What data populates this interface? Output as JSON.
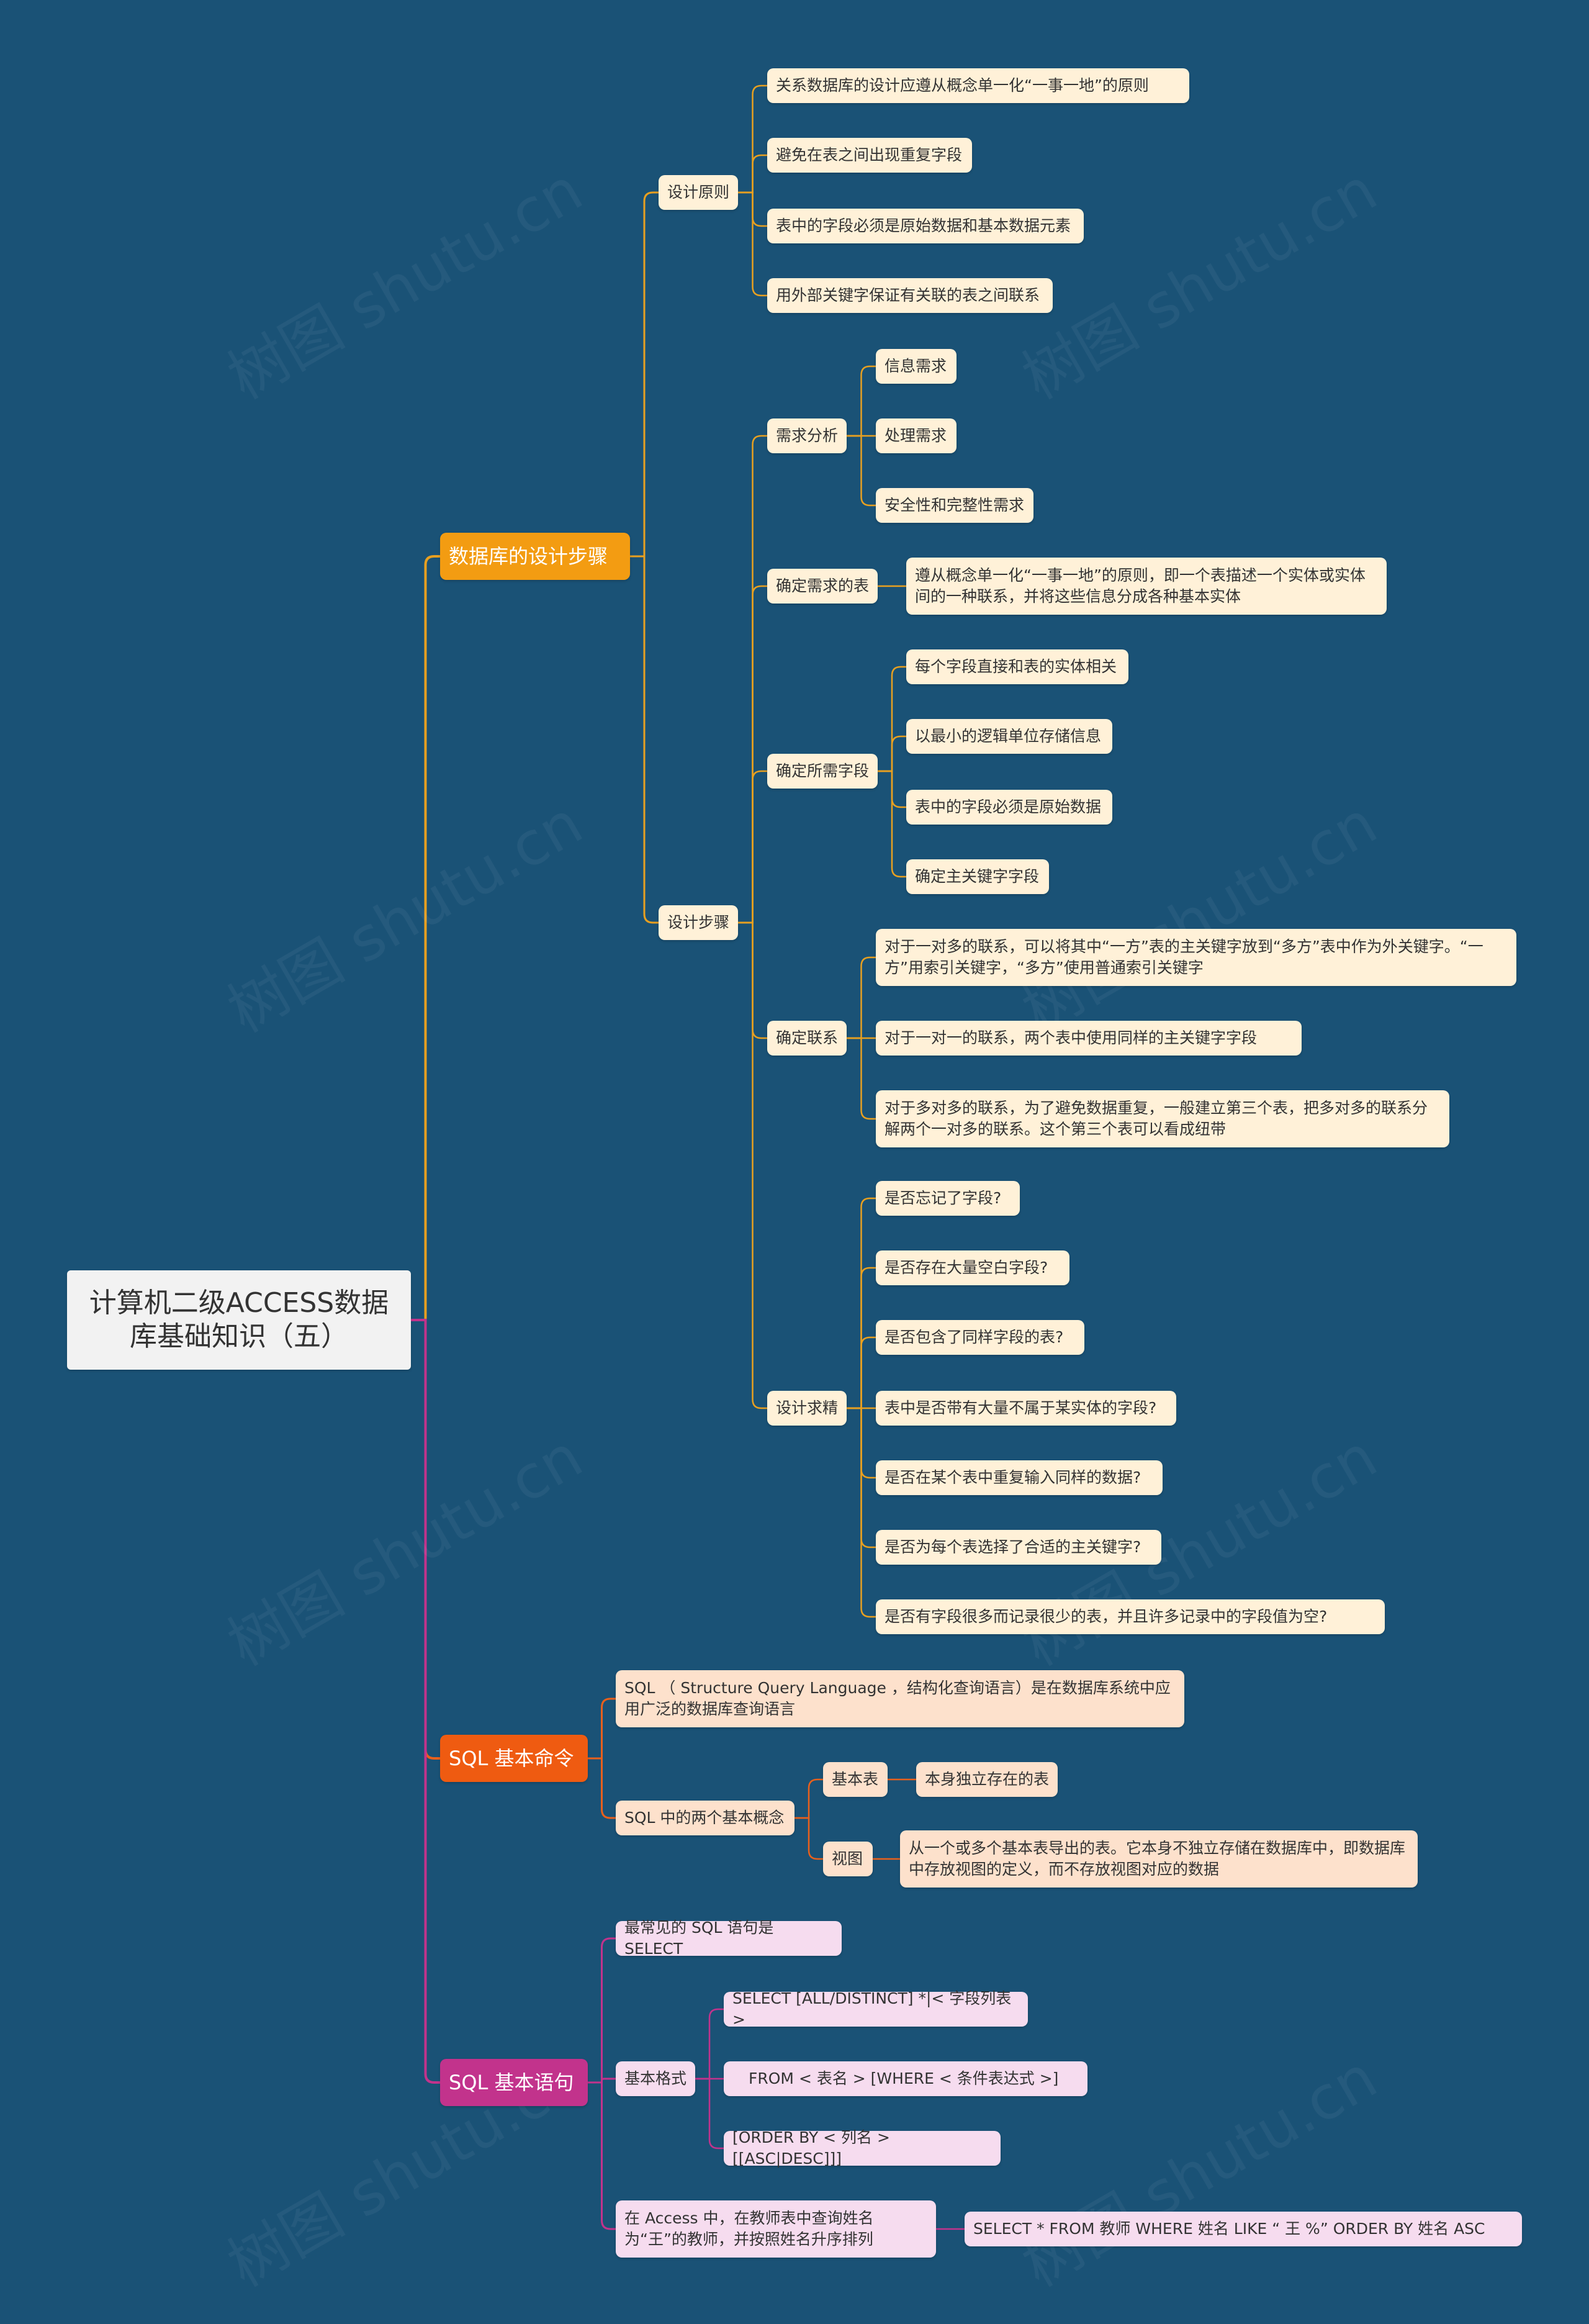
{
  "colors": {
    "background": "#1a5276",
    "branch_orange": "#f39c12",
    "branch_red": "#ef5b11",
    "branch_magenta": "#c2338c",
    "link_orange": "#e8a020",
    "link_red": "#e8601c",
    "link_magenta": "#c2338c"
  },
  "watermark": "树图 shutu.cn",
  "root": {
    "label": "计算机二级ACCESS数据库基础知识（五）"
  },
  "branches": {
    "design_steps": {
      "label": "数据库的设计步骤",
      "principles": {
        "label": "设计原则",
        "items": [
          "关系数据库的设计应遵从概念单一化“一事一地”的原则",
          "避免在表之间出现重复字段",
          "表中的字段必须是原始数据和基本数据元素",
          "用外部关键字保证有关联的表之间联系"
        ]
      },
      "steps": {
        "label": "设计步骤",
        "needs": {
          "label": "需求分析",
          "items": [
            "信息需求",
            "处理需求",
            "安全性和完整性需求"
          ]
        },
        "tables": {
          "label": "确定需求的表",
          "items": [
            "遵从概念单一化“一事一地”的原则，即一个表描述一个实体或实体间的一种联系，并将这些信息分成各种基本实体"
          ]
        },
        "fields": {
          "label": "确定所需字段",
          "items": [
            "每个字段直接和表的实体相关",
            "以最小的逻辑单位存储信息",
            "表中的字段必须是原始数据",
            "确定主关键字字段"
          ]
        },
        "relations": {
          "label": "确定联系",
          "items": [
            "对于一对多的联系，可以将其中“一方”表的主关键字放到“多方”表中作为外关键字。“一方”用索引关键字，“多方”使用普通索引关键字",
            "对于一对一的联系，两个表中使用同样的主关键字字段",
            "对于多对多的联系，为了避免数据重复，一般建立第三个表，把多对多的联系分解两个一对多的联系。这个第三个表可以看成纽带"
          ]
        },
        "refine": {
          "label": "设计求精",
          "items": [
            "是否忘记了字段?",
            "是否存在大量空白字段?",
            "是否包含了同样字段的表?",
            "表中是否带有大量不属于某实体的字段?",
            "是否在某个表中重复输入同样的数据?",
            "是否为每个表选择了合适的主关键字?",
            "是否有字段很多而记录很少的表，并且许多记录中的字段值为空?"
          ]
        }
      }
    },
    "sql_commands": {
      "label": "SQL 基本命令",
      "intro": "SQL （ Structure Query Language ，结构化查询语言）是在数据库系统中应用广泛的数据库查询语言",
      "concepts": {
        "label": "SQL 中的两个基本概念",
        "base_table": {
          "label": "基本表",
          "desc": "本身独立存在的表"
        },
        "view": {
          "label": "视图",
          "desc": "从一个或多个基本表导出的表。它本身不独立存储在数据库中，即数据库中存放视图的定义，而不存放视图对应的数据"
        }
      }
    },
    "sql_statements": {
      "label": "SQL 基本语句",
      "common": "最常见的 SQL 语句是 SELECT",
      "format": {
        "label": "基本格式",
        "lines": [
          "SELECT [ALL/DISTINCT] *|< 字段列表 >",
          "FROM < 表名 > [WHERE < 条件表达式 >]",
          "[ORDER BY < 列名 > [[ASC|DESC]]]"
        ]
      },
      "example": {
        "question": "在 Access 中，在教师表中查询姓名为“王”的教师，并按照姓名升序排列",
        "answer": "SELECT * FROM 教师 WHERE 姓名 LIKE “ 王 %” ORDER BY 姓名 ASC"
      }
    }
  }
}
